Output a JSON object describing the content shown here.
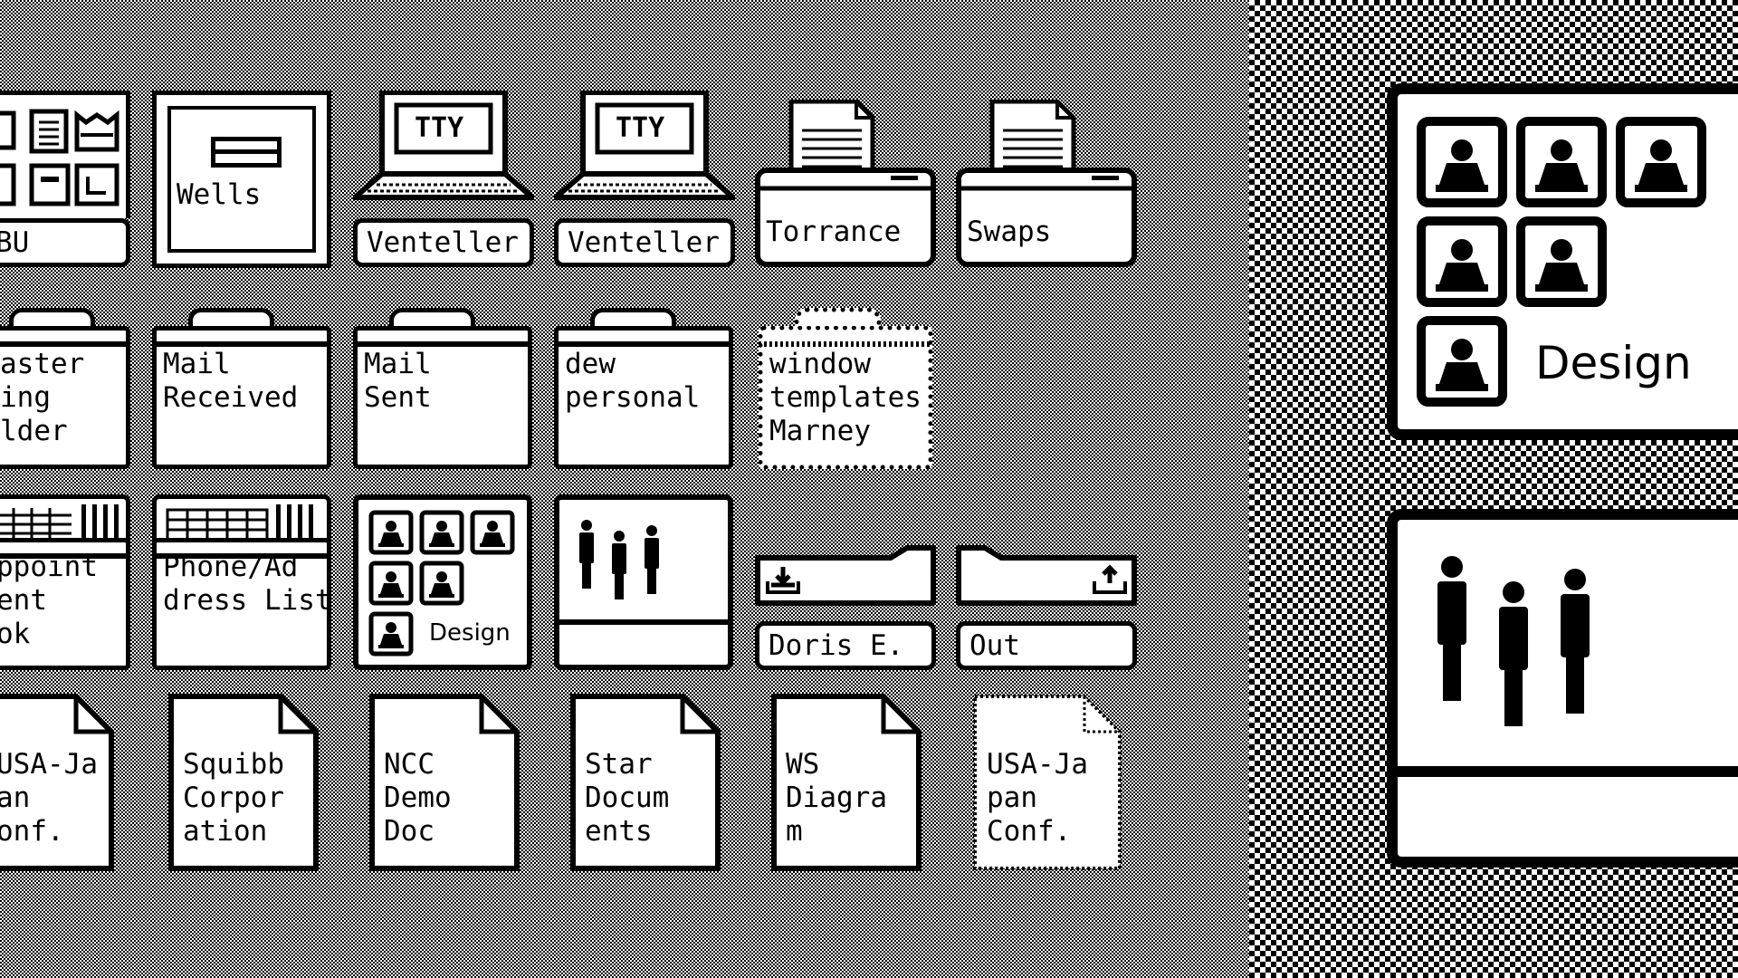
{
  "desktop": {
    "row1": [
      {
        "name": "BU",
        "type": "grid-drawer"
      },
      {
        "name": "Wells",
        "type": "mailbox"
      },
      {
        "name": "Venteller",
        "type": "terminal",
        "screen": "TTY"
      },
      {
        "name": "Venteller",
        "type": "terminal",
        "screen": "TTY"
      },
      {
        "name": "Torrance",
        "type": "printer"
      },
      {
        "name": "Swaps",
        "type": "printer"
      }
    ],
    "row2": [
      {
        "name": "aster\ning\nlder",
        "type": "folder"
      },
      {
        "name": "Mail\nReceived",
        "type": "folder"
      },
      {
        "name": "Mail\nSent",
        "type": "folder"
      },
      {
        "name": "dew\npersonal",
        "type": "folder"
      },
      {
        "name": "window\ntemplates\nMarney",
        "type": "folder-ghost"
      }
    ],
    "row3": [
      {
        "name": "ppoint\nent\nok",
        "type": "record-file"
      },
      {
        "name": "Phone/Ad\ndress List",
        "type": "record-file"
      },
      {
        "name": "Design",
        "type": "user-group"
      },
      {
        "name": "",
        "type": "people-group"
      },
      {
        "name": "Doris E.",
        "type": "inbasket"
      },
      {
        "name": "Out",
        "type": "outbasket"
      }
    ],
    "row4": [
      {
        "name": "USA-Ja\nan\nonf.",
        "type": "document"
      },
      {
        "name": "Squibb\nCorpor\nation",
        "type": "document"
      },
      {
        "name": "NCC\nDemo\nDoc",
        "type": "document"
      },
      {
        "name": "Star\nDocum\nents",
        "type": "document"
      },
      {
        "name": "WS\nDiagra\nm",
        "type": "document"
      },
      {
        "name": "USA-Ja\npan\nConf.",
        "type": "document-ghost"
      }
    ]
  },
  "zoom_pane": {
    "design_group_label": "Design"
  }
}
